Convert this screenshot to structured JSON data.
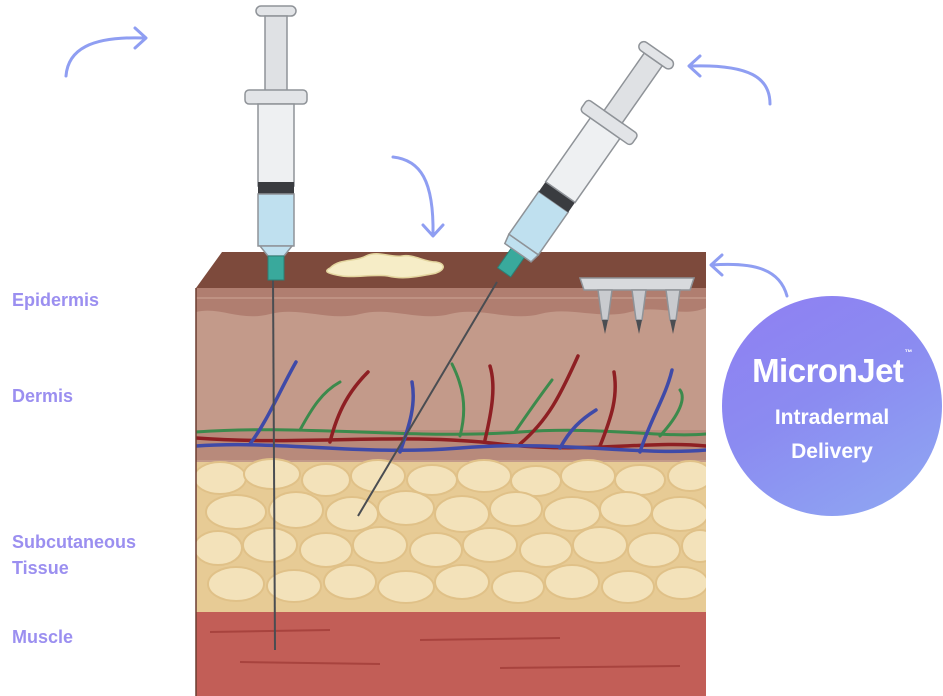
{
  "layers": {
    "epidermis": "Epidermis",
    "dermis": "Dermis",
    "subcutaneous_line1": "Subcutaneous",
    "subcutaneous_line2": "Tissue",
    "muscle": "Muscle"
  },
  "badge": {
    "brand": "MicronJet",
    "trademark": "™",
    "line1": "Intradermal",
    "line2": "Delivery"
  },
  "colors": {
    "label": "#9b8ff0",
    "arrow": "#8f9ef2",
    "badge_start": "#8f7ff2",
    "badge_end": "#8fa9f3",
    "skin_top": "#7d4a3c",
    "epidermis": "#b07e70",
    "dermis": "#c39a8a",
    "fat": "#f0ddb0",
    "muscle": "#c25e57",
    "vein": "#3f4aa8",
    "artery": "#8e1f23",
    "nerve": "#3c8a4c"
  },
  "icons": [
    "curved-arrow-icon",
    "syringe-icon",
    "microneedle-device-icon"
  ]
}
